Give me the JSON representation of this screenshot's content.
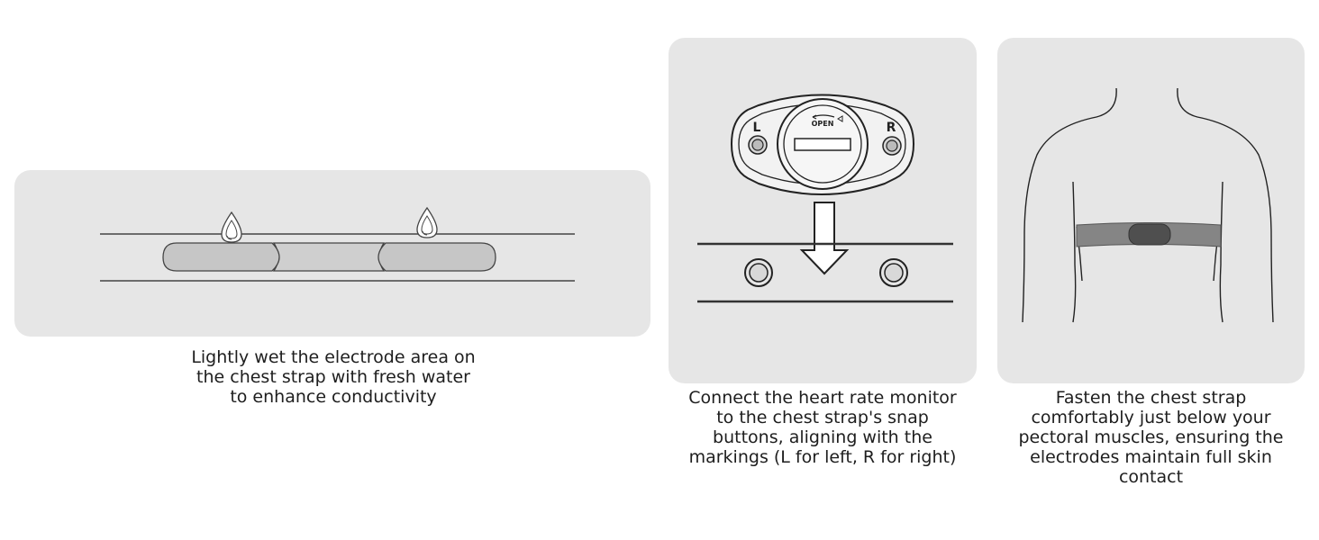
{
  "steps": [
    {
      "caption": "Lightly wet the electrode area on\nthe chest strap with fresh water\nto enhance conductivity"
    },
    {
      "caption": "Connect the heart rate monitor\nto the chest strap's snap\nbuttons, aligning with the\nmarkings (L for left, R for right)"
    },
    {
      "caption": "Fasten the chest strap\ncomfortably just below your\npectoral muscles, ensuring the\nelectrodes maintain full skin\ncontact"
    }
  ],
  "monitor": {
    "left_label": "L",
    "right_label": "R",
    "open_label": "OPEN"
  },
  "colors": {
    "panel": "#e6e6e6",
    "electrode": "#c8c8c8",
    "strap": "#8a8a8a",
    "sensor": "#555555",
    "line": "#333333"
  }
}
